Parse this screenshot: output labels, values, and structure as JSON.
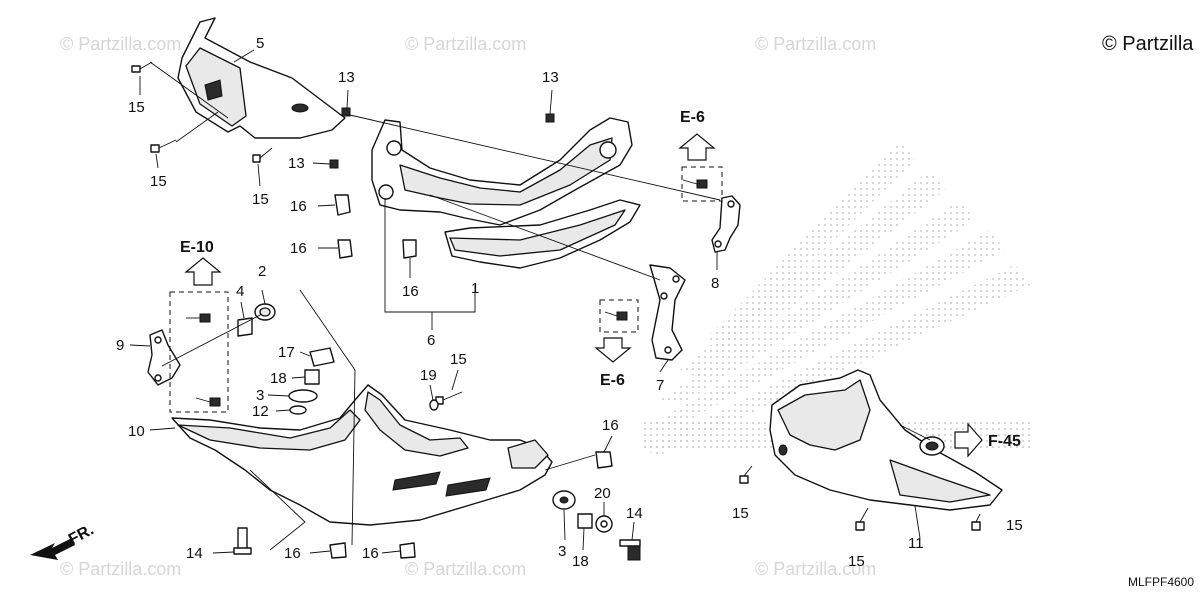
{
  "brand": "© Partzilla",
  "watermark": "© Partzilla.com",
  "diagram_code": "MLFPF4600",
  "front_marker": "FR.",
  "references": {
    "e10": "E-10",
    "e6_top": "E-6",
    "e6_bottom": "E-6",
    "f45": "F-45"
  },
  "callouts": {
    "c1": "1",
    "c2": "2",
    "c3a": "3",
    "c3b": "3",
    "c4": "4",
    "c5": "5",
    "c6": "6",
    "c7": "7",
    "c8": "8",
    "c9": "9",
    "c10": "10",
    "c11": "11",
    "c12": "12",
    "c13a": "13",
    "c13b": "13",
    "c13c": "13",
    "c14a": "14",
    "c14b": "14",
    "c15a": "15",
    "c15b": "15",
    "c15c": "15",
    "c15d": "15",
    "c15e": "15",
    "c15f": "15",
    "c15g": "15",
    "c16a": "16",
    "c16b": "16",
    "c16c": "16",
    "c16d": "16",
    "c16e": "16",
    "c16f": "16",
    "c17": "17",
    "c18a": "18",
    "c18b": "18",
    "c19": "19",
    "c20": "20"
  }
}
